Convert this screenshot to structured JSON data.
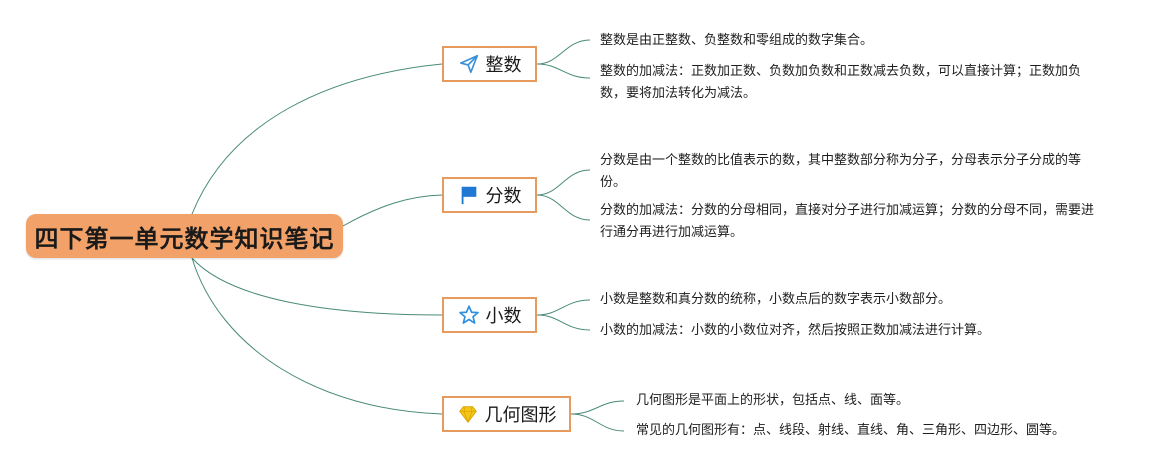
{
  "root": {
    "title": "四下第一单元数学知识笔记"
  },
  "branches": [
    {
      "label": "整数",
      "icon": "paper-plane-icon",
      "notes": [
        "整数是由正整数、负整数和零组成的数字集合。",
        "整数的加减法：正数加正数、负数加负数和正数减去负数，可以直接计算；正数加负数，要将加法转化为减法。"
      ]
    },
    {
      "label": "分数",
      "icon": "flag-icon",
      "notes": [
        "分数是由一个整数的比值表示的数，其中整数部分称为分子，分母表示分子分成的等份。",
        "分数的加减法：分数的分母相同，直接对分子进行加减运算；分数的分母不同，需要进行通分再进行加减运算。"
      ]
    },
    {
      "label": "小数",
      "icon": "star-icon",
      "notes": [
        "小数是整数和真分数的统称，小数点后的数字表示小数部分。",
        "小数的加减法：小数的小数位对齐，然后按照正数加减法进行计算。"
      ]
    },
    {
      "label": "几何图形",
      "icon": "diamond-icon",
      "notes": [
        "几何图形是平面上的形状，包括点、线、面等。",
        "常见的几何图形有：点、线段、射线、直线、角、三角形、四边形、圆等。"
      ]
    }
  ],
  "colors": {
    "root_fill": "#f2a268",
    "branch_border": "#e79a5d",
    "connector": "#4a8a7a",
    "plane": "#3a8fd8",
    "flag": "#1f78d1",
    "star": "#2d8fe0",
    "diamond": "#f5c518"
  }
}
